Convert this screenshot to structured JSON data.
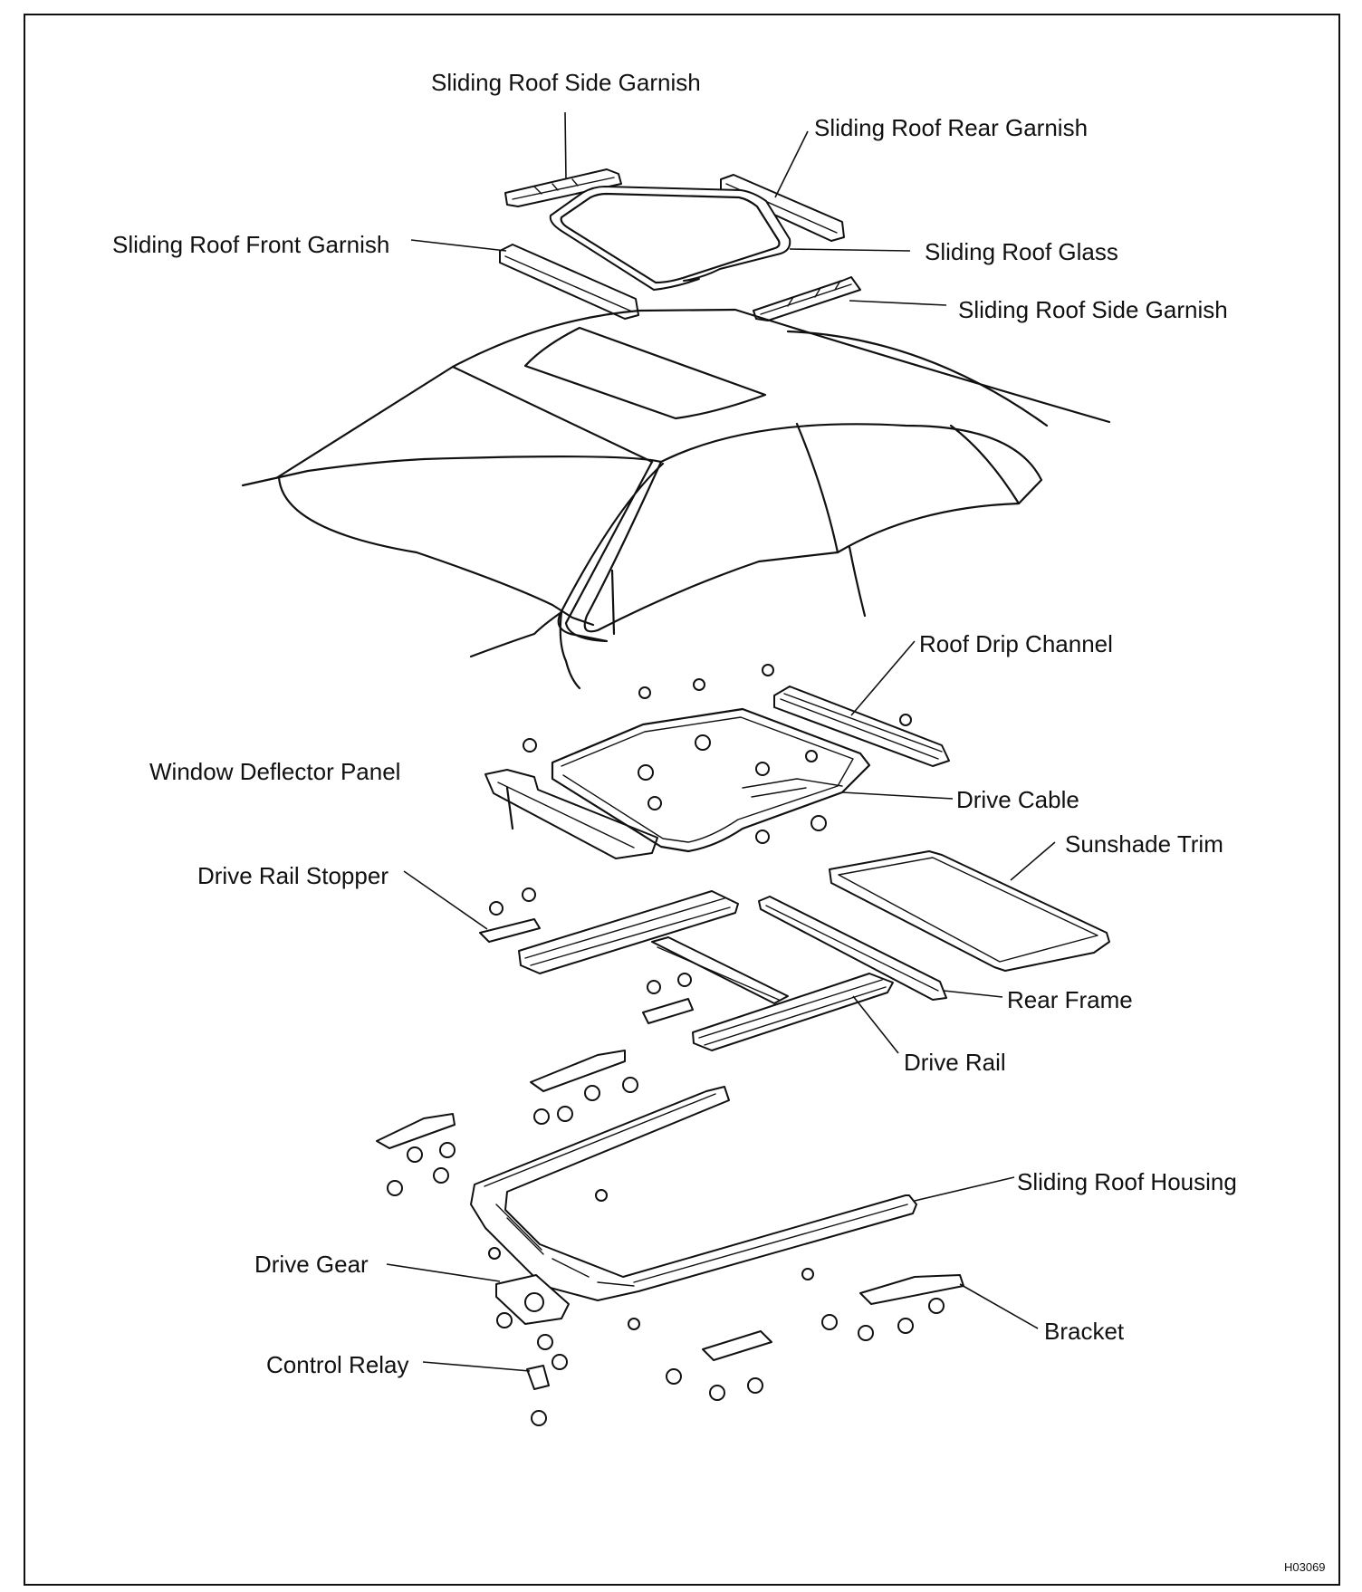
{
  "figure_code": "H03069",
  "labels": {
    "side_garnish_top": "Sliding Roof Side Garnish",
    "rear_garnish": "Sliding Roof Rear Garnish",
    "front_garnish": "Sliding Roof Front Garnish",
    "glass": "Sliding Roof Glass",
    "side_garnish_right": "Sliding Roof Side Garnish",
    "roof_drip_channel": "Roof Drip Channel",
    "window_deflector_panel": "Window Deflector Panel",
    "drive_cable": "Drive Cable",
    "sunshade_trim": "Sunshade Trim",
    "drive_rail_stopper": "Drive Rail Stopper",
    "rear_frame": "Rear Frame",
    "drive_rail": "Drive Rail",
    "sliding_roof_housing": "Sliding Roof Housing",
    "drive_gear": "Drive Gear",
    "bracket": "Bracket",
    "control_relay": "Control Relay"
  }
}
